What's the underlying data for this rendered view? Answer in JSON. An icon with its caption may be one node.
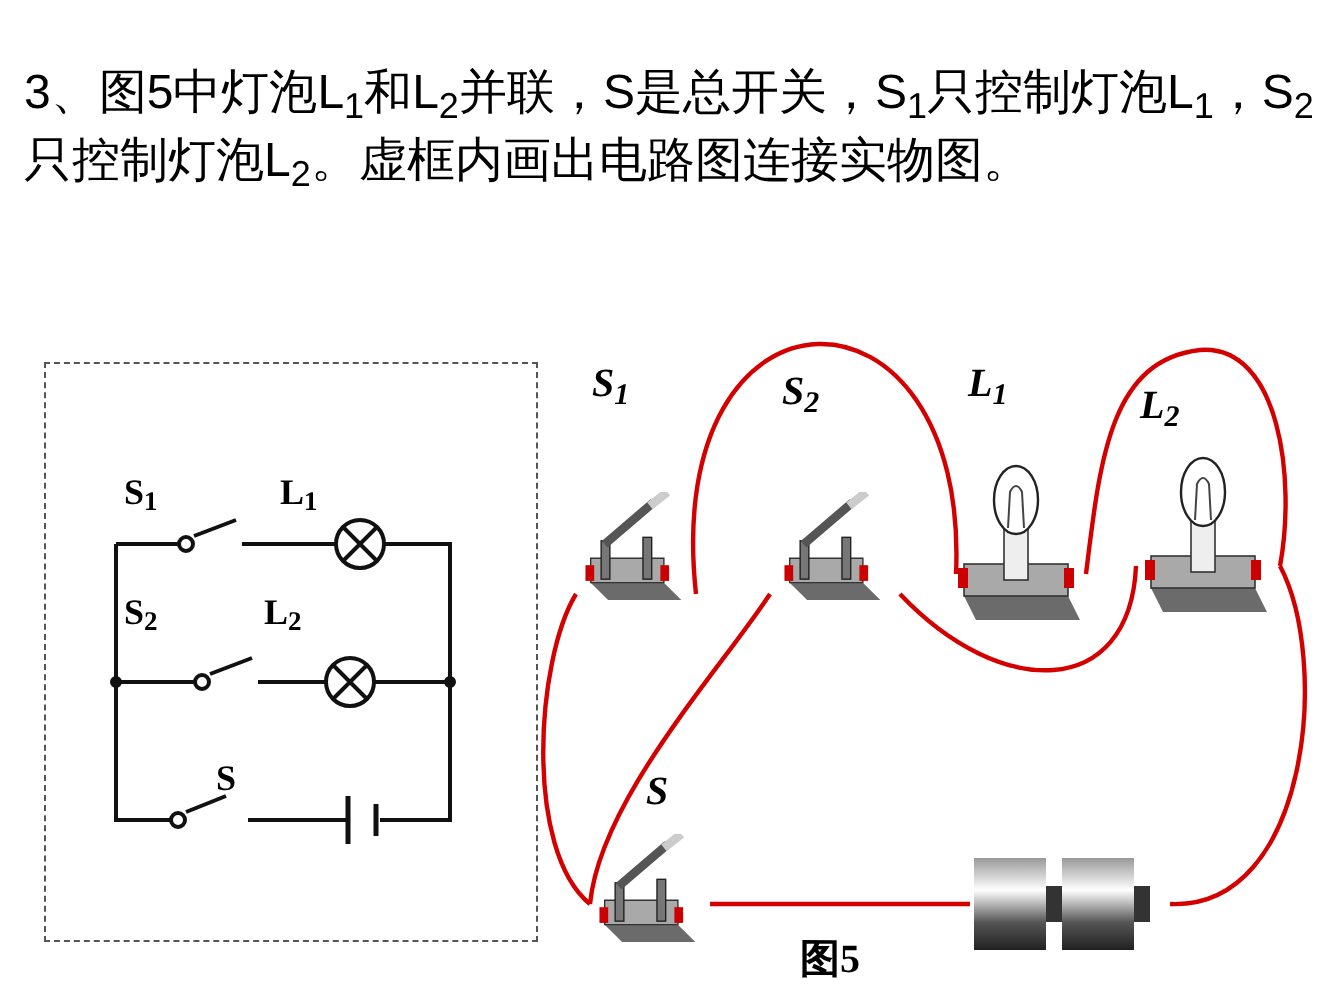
{
  "diagram": {
    "title": "3、图5中灯泡L$_{1}$和L$_{2}$并联，S是总开关，S$_{1}$只控制灯泡L$_{1}$，S$_{2}$只控制灯泡L$_{2}$。虚框内画出电路图连接实物图。",
    "caption": "图5",
    "nodes": [
      {
        "text": [
          "S$_{1}$"
        ]
      },
      {
        "text": [
          "S$_{2}$"
        ]
      },
      {
        "text": [
          "L$_{1}$"
        ]
      },
      {
        "text": [
          "L$_{2}$"
        ]
      },
      {
        "text": [
          "S"
        ]
      },
      {
        "text": [],
        "shape": "picture"
      }
    ],
    "edges": [
      {
        "from": 0,
        "to": 4,
        "arrow": "none"
      },
      {
        "from": 1,
        "to": 4,
        "arrow": "none"
      },
      {
        "from": 0,
        "to": 2,
        "arrow": "none"
      },
      {
        "from": 1,
        "to": 3,
        "arrow": "none"
      },
      {
        "from": 2,
        "to": 3,
        "arrow": "none"
      },
      {
        "from": 3,
        "to": 5,
        "arrow": "none"
      },
      {
        "from": 4,
        "to": 5,
        "arrow": "none"
      }
    ],
    "labels": [
      "S$_{1}$",
      "L$_{1}$",
      "S$_{2}$",
      "L$_{2}$",
      "S"
    ]
  }
}
